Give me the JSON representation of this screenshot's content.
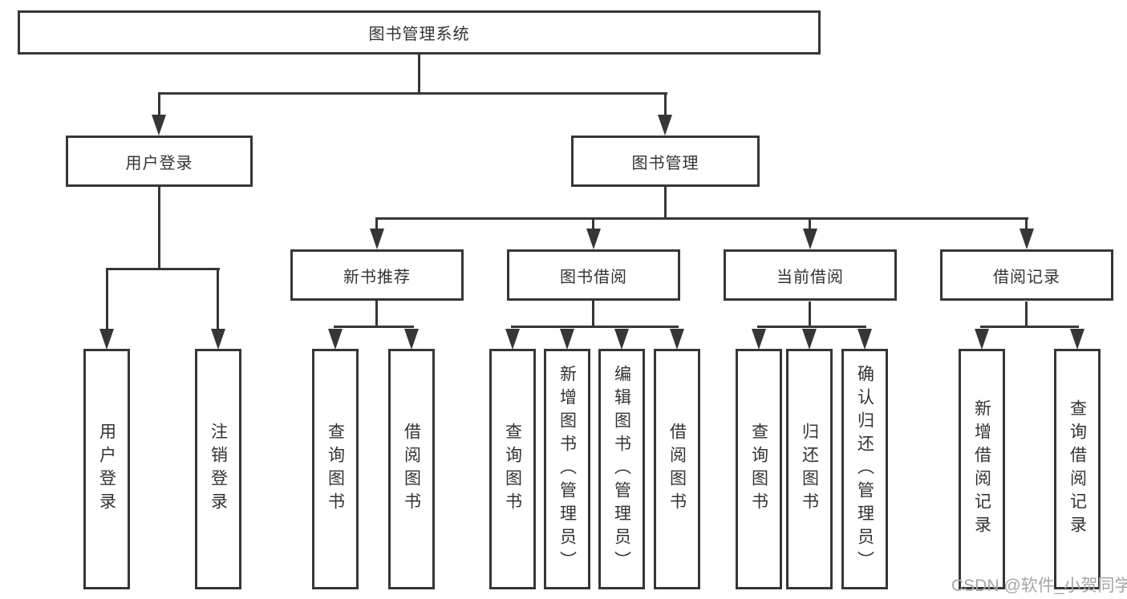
{
  "tree": {
    "root": "图书管理系统",
    "branches": [
      {
        "label": "用户登录",
        "children": [
          "用户登录",
          "注销登录"
        ]
      },
      {
        "label": "图书管理",
        "children": [
          {
            "label": "新书推荐",
            "children": [
              "查询图书",
              "借阅图书"
            ]
          },
          {
            "label": "图书借阅",
            "children": [
              "查询图书",
              "新增图书（管理员）",
              "编辑图书（管理员）",
              "借阅图书"
            ]
          },
          {
            "label": "当前借阅",
            "children": [
              "查询图书",
              "归还图书",
              "确认归还（管理员）"
            ]
          },
          {
            "label": "借阅记录",
            "children": [
              "新增借阅记录",
              "查询借阅记录"
            ]
          }
        ]
      }
    ]
  },
  "watermark": "CSDN @软件_小贺同学",
  "colors": {
    "line": "#363636",
    "text": "#333333",
    "background": "#ffffff",
    "watermark": "#a6a6a6"
  }
}
